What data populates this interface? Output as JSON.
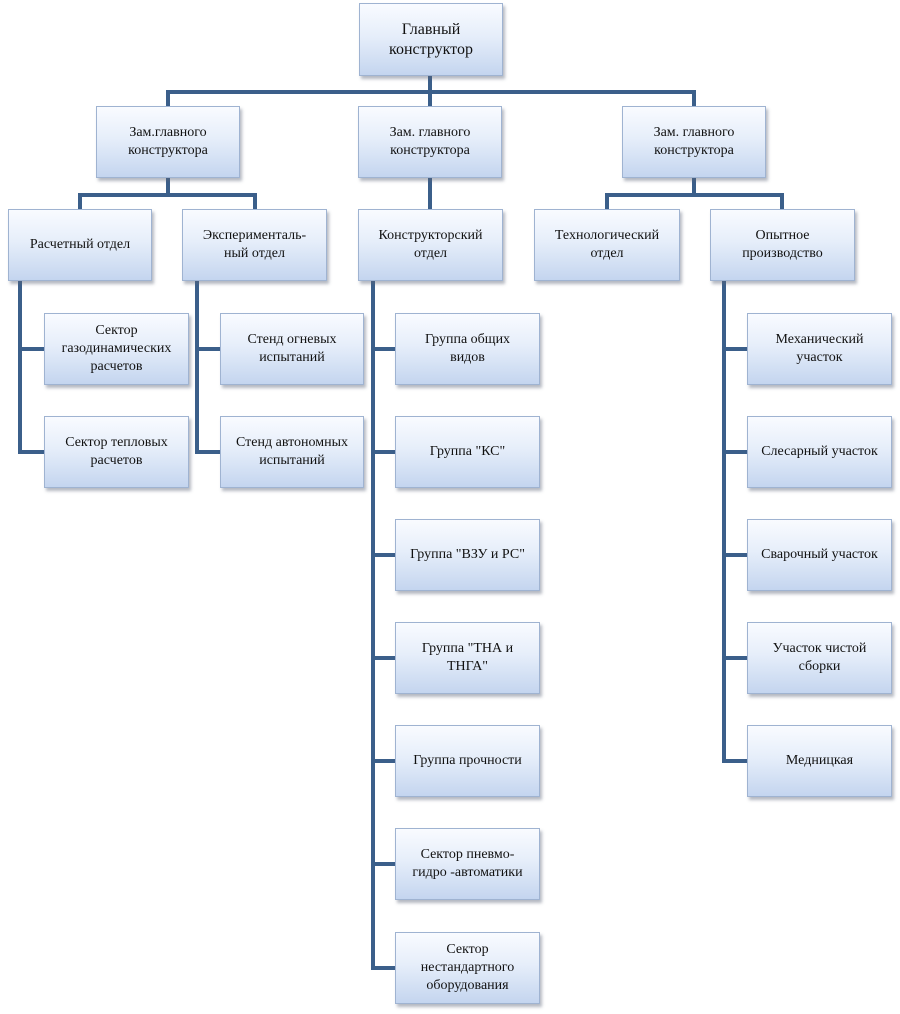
{
  "chief": "Главный\nконструктор",
  "deputies": [
    "Зам.главного\nконструктора",
    "Зам. главного\nконструктора",
    "Зам. главного\nконструктора"
  ],
  "departments": {
    "calc": "Расчетный отдел",
    "experimental": "Эксперименталь-\nный отдел",
    "design": "Конструкторский\nотдел",
    "technology": "Технологический\nотдел",
    "pilot": "Опытное\nпроизводство"
  },
  "calc_units": [
    "Сектор\nгазодинамических\nрасчетов",
    "Сектор тепловых\nрасчетов"
  ],
  "experimental_units": [
    "Стенд огневых\nиспытаний",
    "Стенд автономных\nиспытаний"
  ],
  "design_units": [
    "Группа общих\nвидов",
    "Группа \"КС\"",
    "Группа \"ВЗУ и РС\"",
    "Группа \"ТНА и\nТНГА\"",
    "Группа прочности",
    "Сектор пневмо-\nгидро -автоматики",
    "Сектор\nнестандартного\nоборудования"
  ],
  "pilot_units": [
    "Механический\nучасток",
    "Слесарный участок",
    "Сварочный участок",
    "Участок чистой\nсборки",
    "Медницкая"
  ]
}
